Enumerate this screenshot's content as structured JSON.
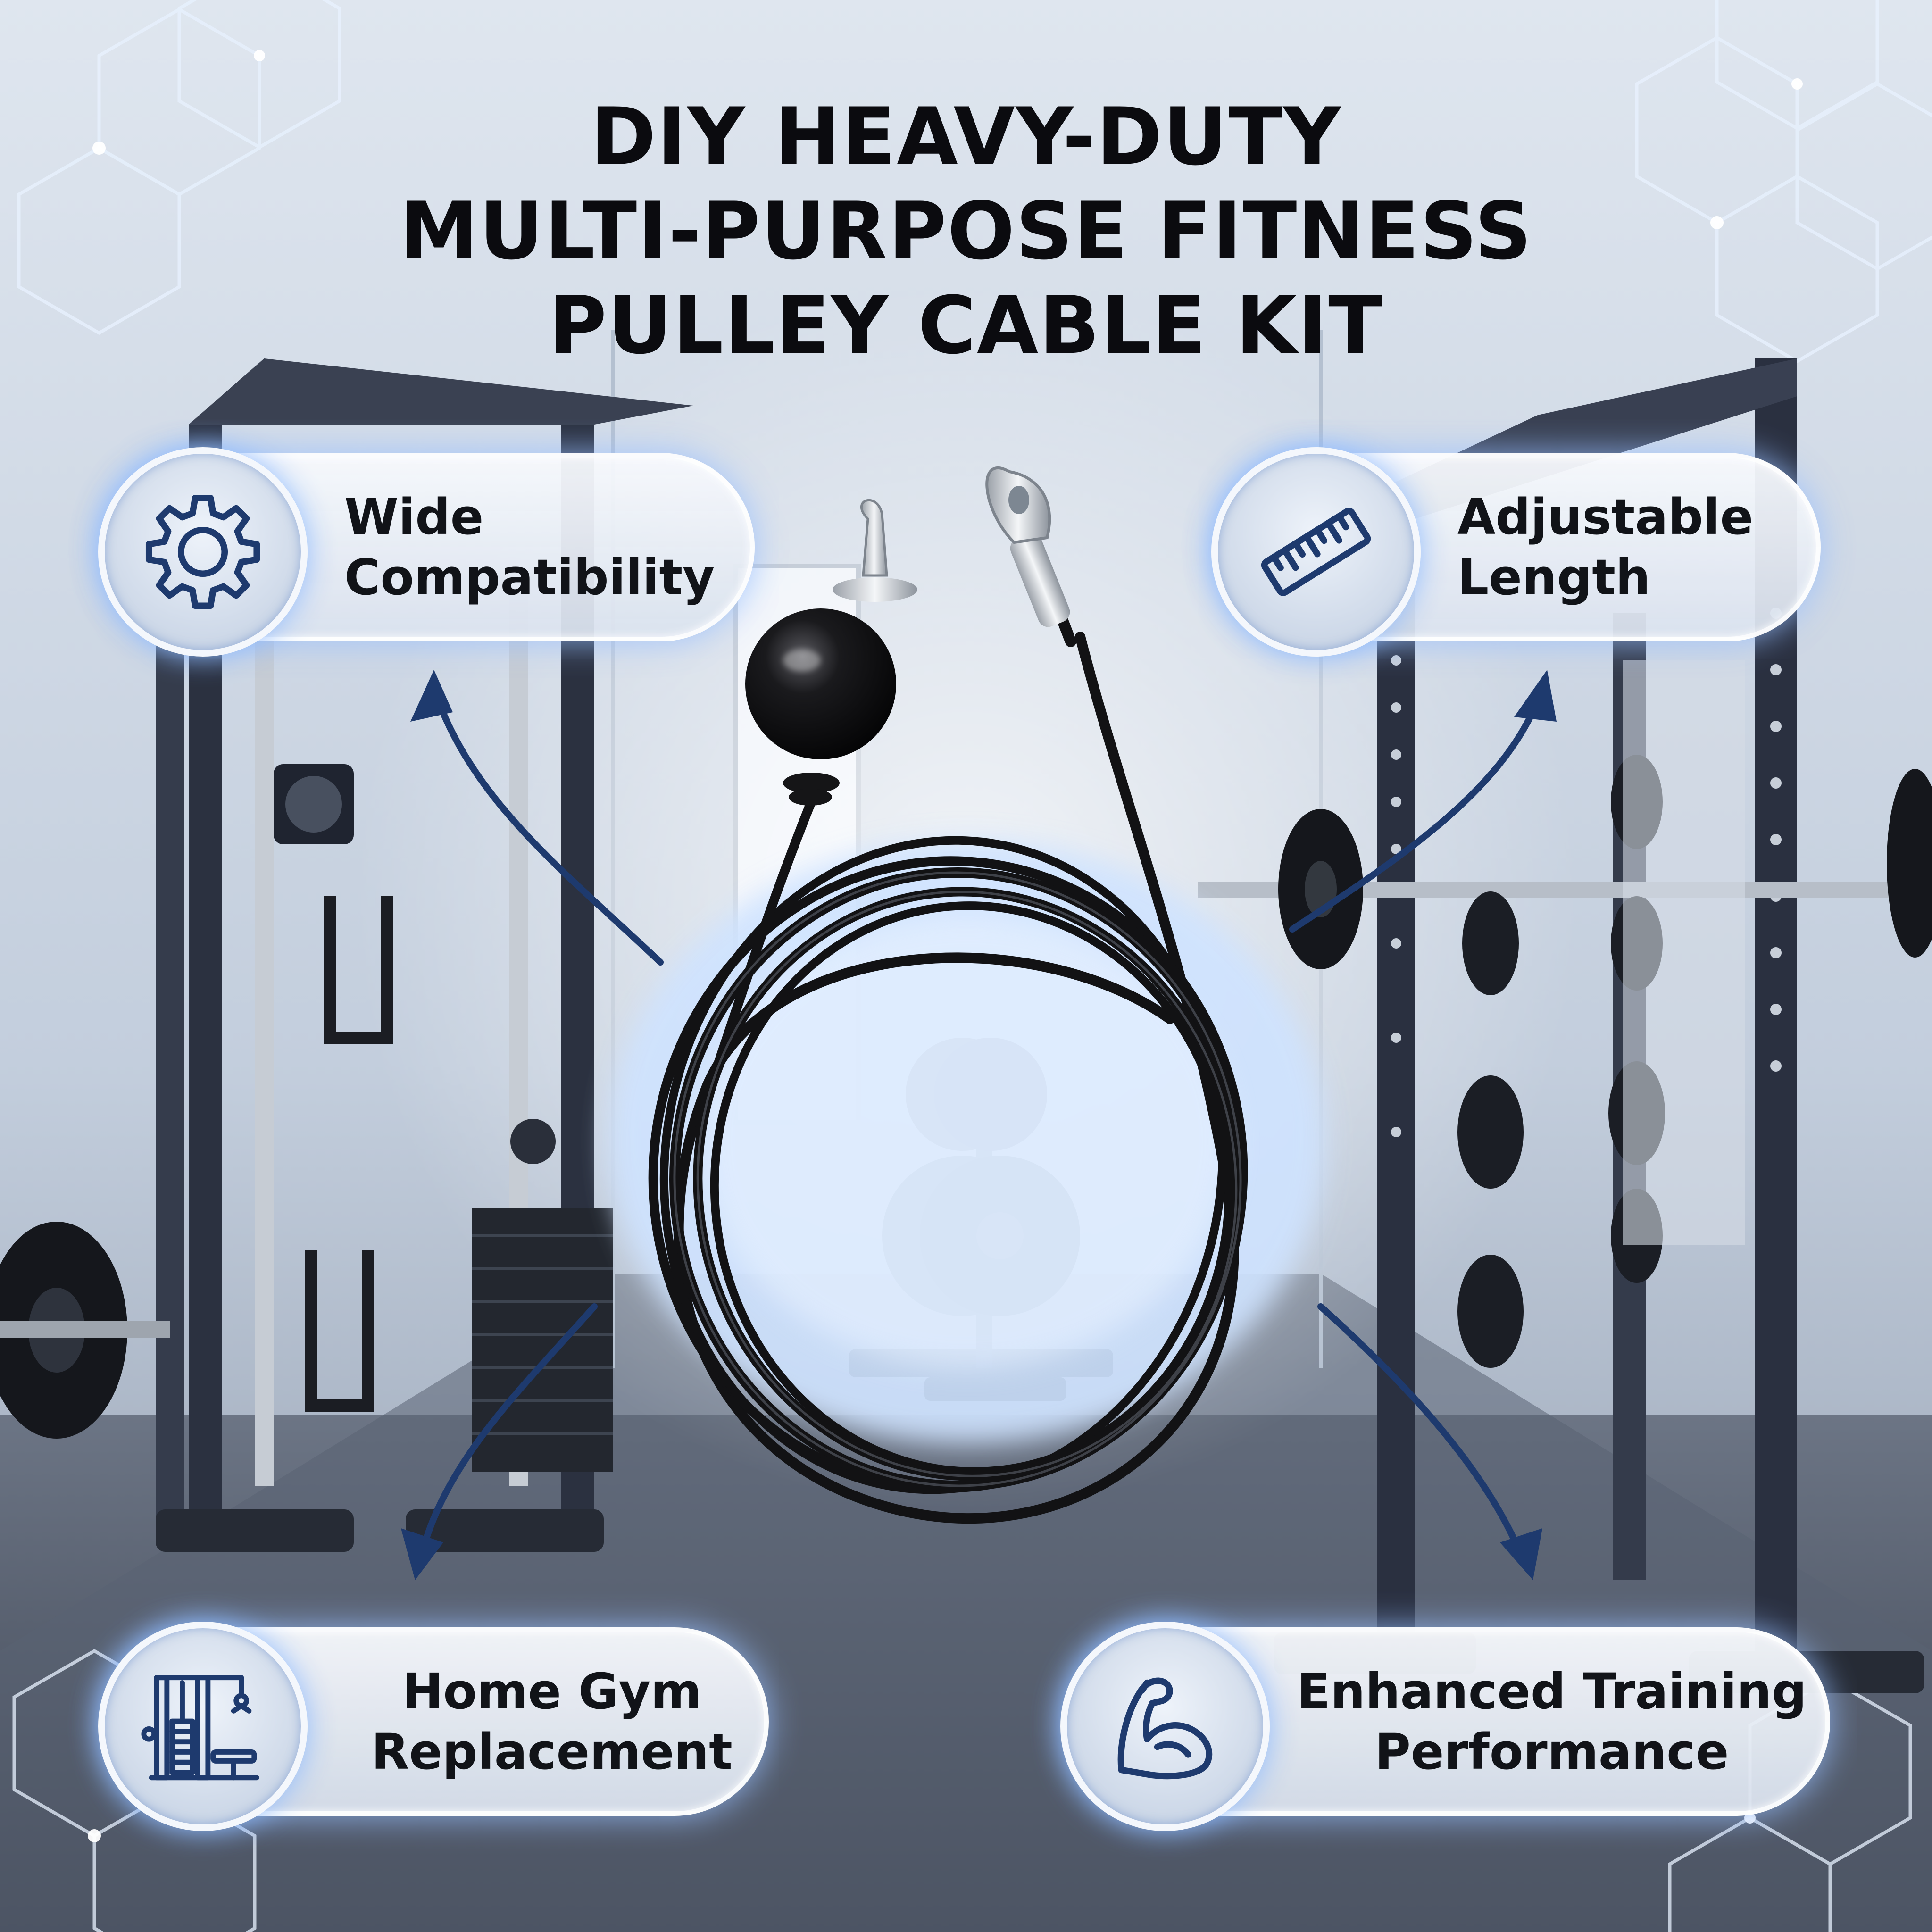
{
  "title": {
    "line1": "DIY HEAVY-DUTY",
    "line2": "MULTI-PURPOSE FITNESS",
    "line3": "PULLEY CABLE KIT"
  },
  "features": [
    {
      "line1": "Wide",
      "line2": "Compatibility",
      "icon": "gear-icon"
    },
    {
      "line1": "Adjustable",
      "line2": "Length",
      "icon": "ruler-icon"
    },
    {
      "line1": "Home Gym",
      "line2": "Replacement",
      "icon": "gym-machine-icon"
    },
    {
      "line1": "Enhanced Training",
      "line2": "Performance",
      "icon": "flexed-arm-icon"
    }
  ],
  "colors": {
    "accent": "#1e3a6e",
    "glow": "#9cc4ff",
    "cable": "#121214",
    "text": "#0b0b0f"
  }
}
